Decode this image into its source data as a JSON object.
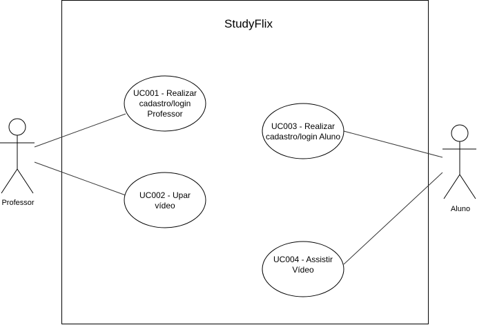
{
  "system": {
    "title": "StudyFlix"
  },
  "actors": {
    "professor": {
      "label": "Professor"
    },
    "aluno": {
      "label": "Aluno"
    }
  },
  "use_cases": {
    "uc001": {
      "label": "UC001 - Realizar\ncadastro/login\nProfessor"
    },
    "uc002": {
      "label": "UC002 - Upar\nvídeo"
    },
    "uc003": {
      "label": "UC003 - Realizar\ncadastro/login Aluno"
    },
    "uc004": {
      "label": "UC004 - Assistir\nVídeo"
    }
  },
  "colors": {
    "stroke": "#000000",
    "association": "#333333",
    "background": "#ffffff"
  }
}
